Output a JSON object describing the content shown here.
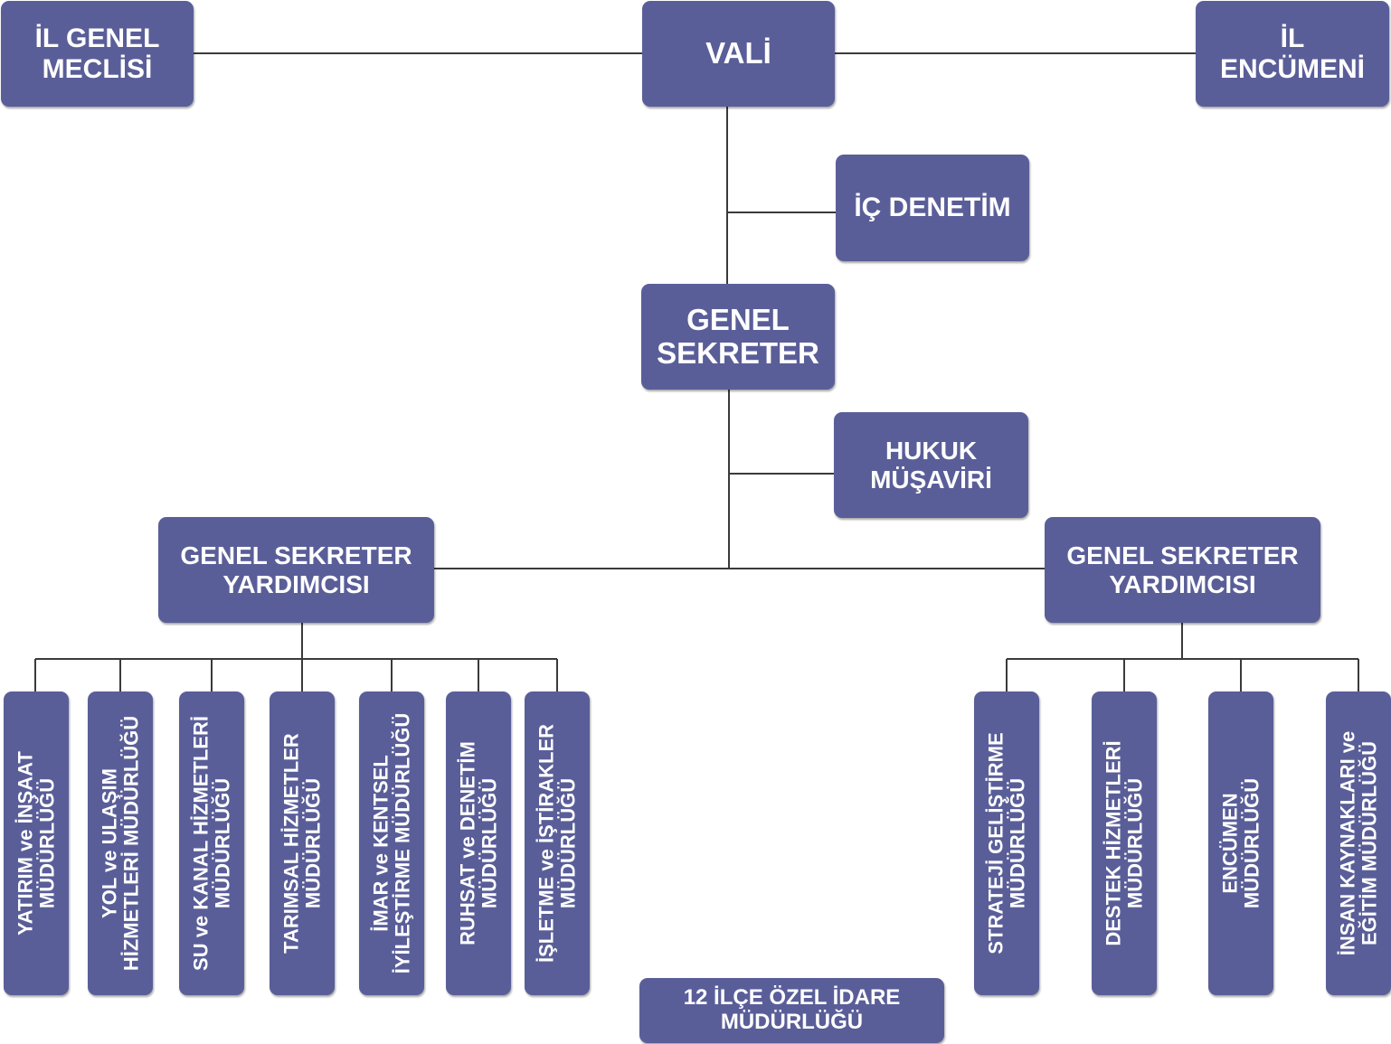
{
  "top": {
    "left": "İL GENEL\nMECLİSİ",
    "center": "VALİ",
    "right": "İL\nENCÜMENİ"
  },
  "ic_denetim": "İÇ DENETİM",
  "genel_sekreter": "GENEL\nSEKRETER",
  "hukuk": "HUKUK\nMÜŞAVİRİ",
  "yardimci_left": "GENEL SEKRETER\nYARDIMCISI",
  "yardimci_right": "GENEL SEKRETER\nYARDIMCISI",
  "left_units": [
    "YATIRIM ve İNŞAAT\nMÜDÜRLÜĞÜ",
    "YOL ve ULAŞIM\nHİZMETLERİ MÜDÜRLÜĞÜ",
    "SU ve KANAL HİZMETLERİ\nMÜDÜRLÜĞÜ",
    "TARIMSAL HİZMETLER\nMÜDÜRLÜĞÜ",
    "İMAR ve KENTSEL\nİYİLEŞTİRME MÜDÜRLÜĞÜ",
    "RUHSAT ve DENETİM\nMÜDÜRLÜĞÜ",
    "İŞLETME ve İŞTİRAKLER\nMÜDÜRLÜĞÜ"
  ],
  "right_units": [
    "STRATEJİ GELİŞTİRME\nMÜDÜRLÜĞÜ",
    "DESTEK HİZMETLERİ\nMÜDÜRLÜĞÜ",
    "ENCÜMEN\nMÜDÜRLÜĞÜ",
    "İNSAN KAYNAKLARI ve\nEĞİTİM MÜDÜRLÜĞÜ"
  ],
  "ilce": "12 İLÇE ÖZEL İDARE\nMÜDÜRLÜĞÜ",
  "colors": {
    "box": "#5a5e98",
    "line": "#3a3a3a",
    "text": "#ffffff"
  }
}
